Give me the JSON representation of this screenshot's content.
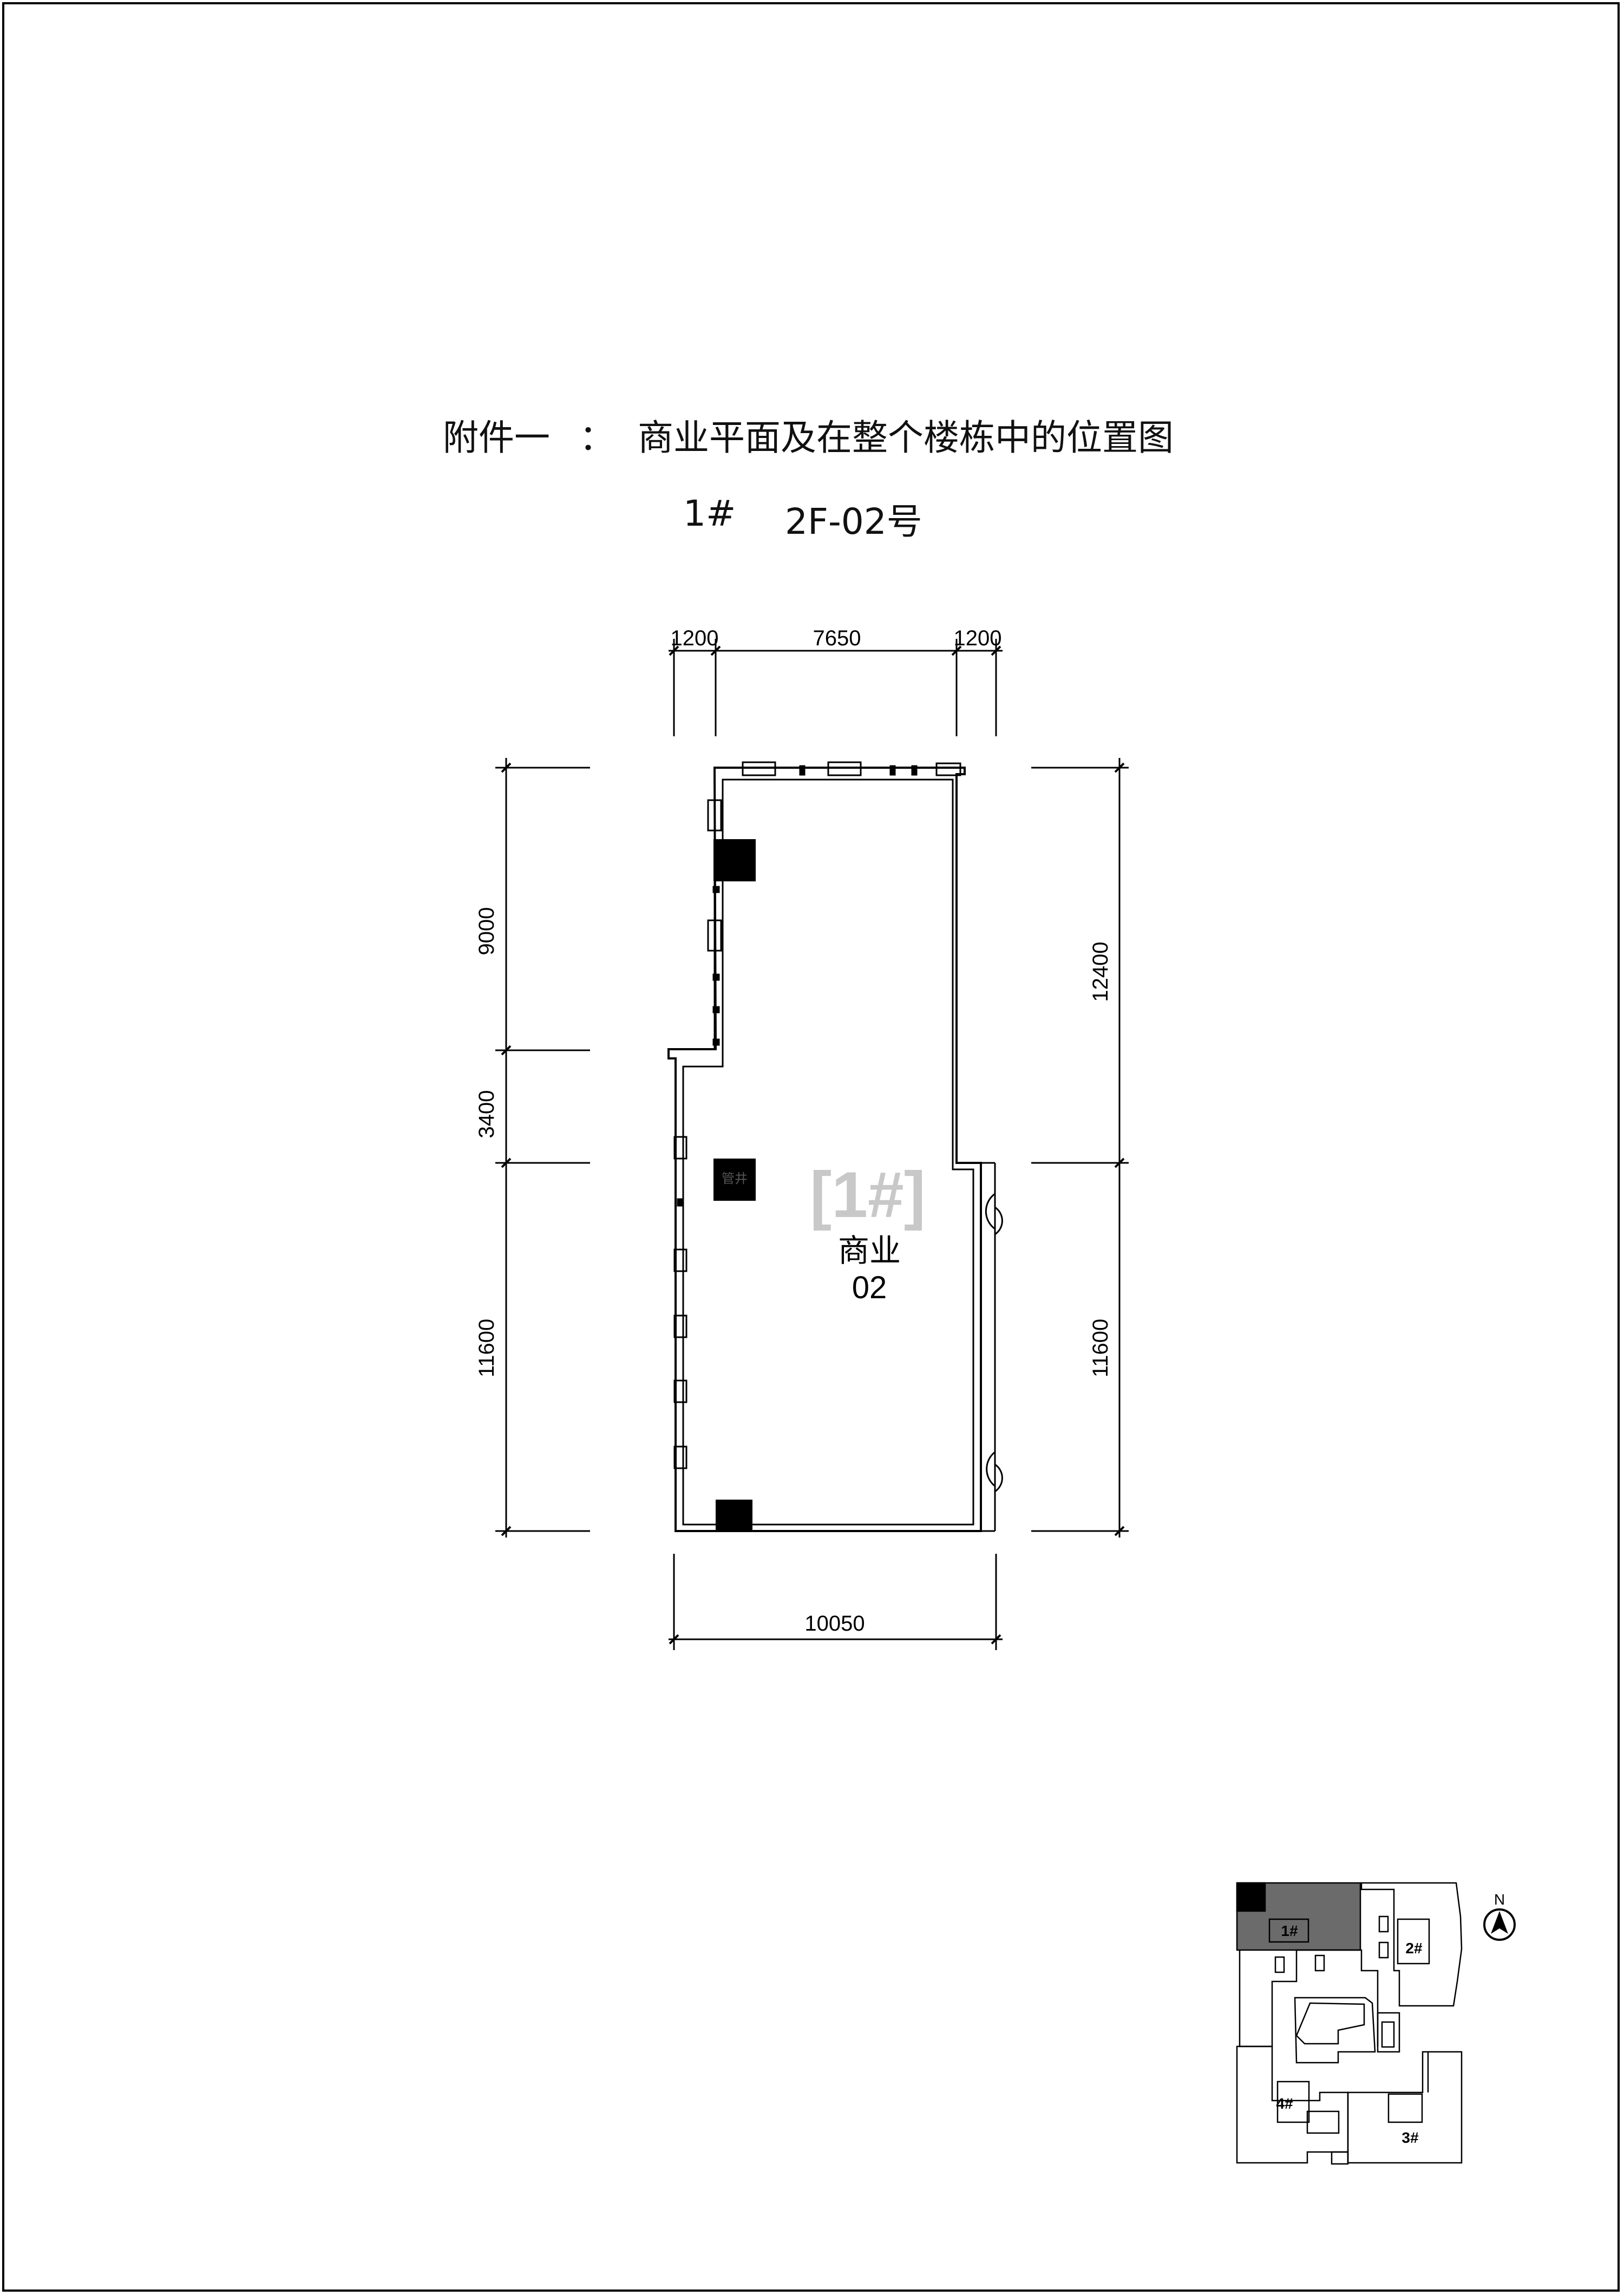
{
  "title": {
    "prefix": "附件一",
    "colon": "：",
    "text": "商业平面及在整个楼栋中的位置图"
  },
  "subtitle": {
    "building": "1#",
    "unit": "2F-02号"
  },
  "dimensions": {
    "top": [
      "1200",
      "7650",
      "1200"
    ],
    "left": [
      "9000",
      "3400",
      "11600"
    ],
    "right": [
      "12400",
      "11600"
    ],
    "bottom": "10050"
  },
  "plan": {
    "building_tag": "[1#]",
    "unit_name": "商业",
    "unit_number": "02",
    "shaft_label": "管井"
  },
  "site_map": {
    "labels": [
      "1#",
      "2#",
      "3#",
      "4#"
    ],
    "north": "N"
  },
  "colors": {
    "line": "#000000",
    "tag": "#c8c8c8",
    "highlight": "#6b6b6b"
  }
}
